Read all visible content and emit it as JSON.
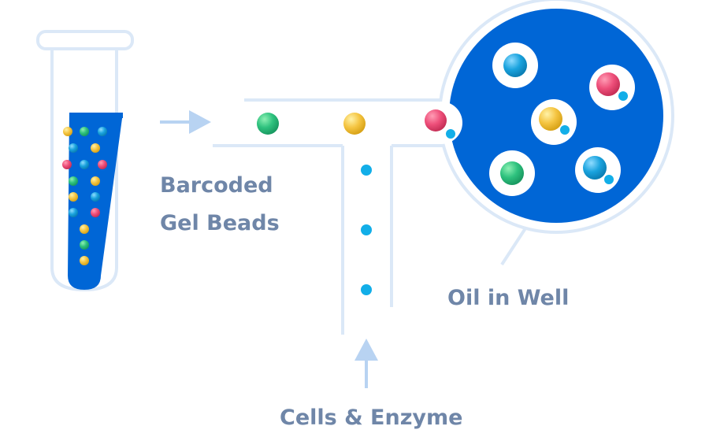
{
  "labels": {
    "gel_beads_line1": "Barcoded",
    "gel_beads_line2": "Gel Beads",
    "oil_well": "Oil in Well",
    "cells_enzyme": "Cells & Enzyme"
  },
  "colors": {
    "outline": "#dbe8f7",
    "fill_blue": "#0066d6",
    "text": "#6f86a8",
    "arrow": "#b8d3f2",
    "bead_green": "#2ec27e",
    "bead_yellow": "#f5c542",
    "bead_pink": "#ee4f7a",
    "bead_cyan": "#1aa3de",
    "cell_dot": "#12aee8"
  }
}
